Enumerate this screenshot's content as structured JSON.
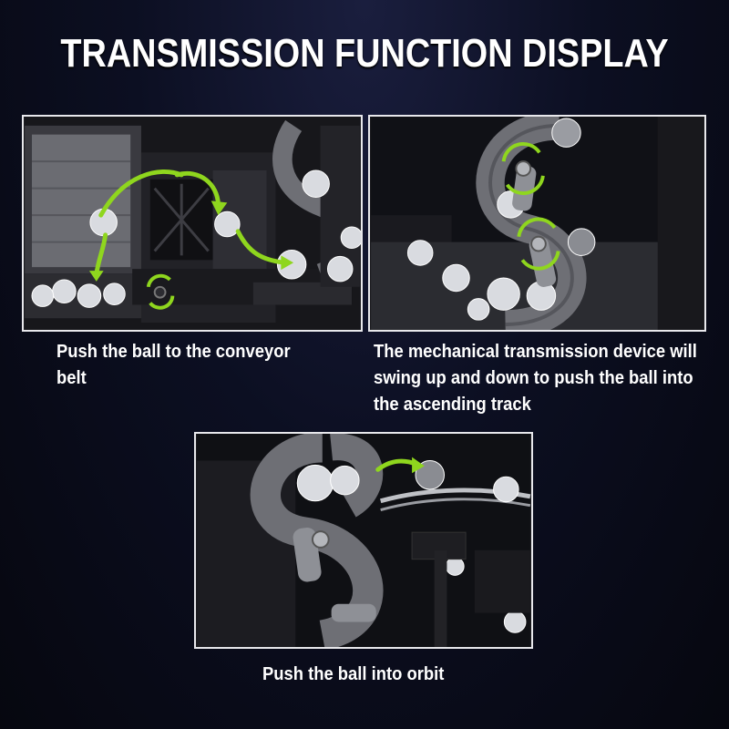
{
  "title": "TRANSMISSION FUNCTION DISPLAY",
  "panels": [
    {
      "caption": "Push the ball to the conveyor belt",
      "arrow_icon": "curved-arrow-icon",
      "rotation_icon": "rotation-indicator-icon"
    },
    {
      "caption": "The mechanical transmission device will swing up and down to push the ball into the ascending track",
      "rotation_icon": "rotation-indicator-icon"
    },
    {
      "caption": "Push the ball into orbit",
      "arrow_icon": "curved-arrow-icon"
    }
  ],
  "colors": {
    "accent": "#8fd61e",
    "background": "#0c0f22",
    "frame": "#e8e8ec",
    "brick_dark": "#2a2a30",
    "brick_gray": "#5b5d63"
  }
}
